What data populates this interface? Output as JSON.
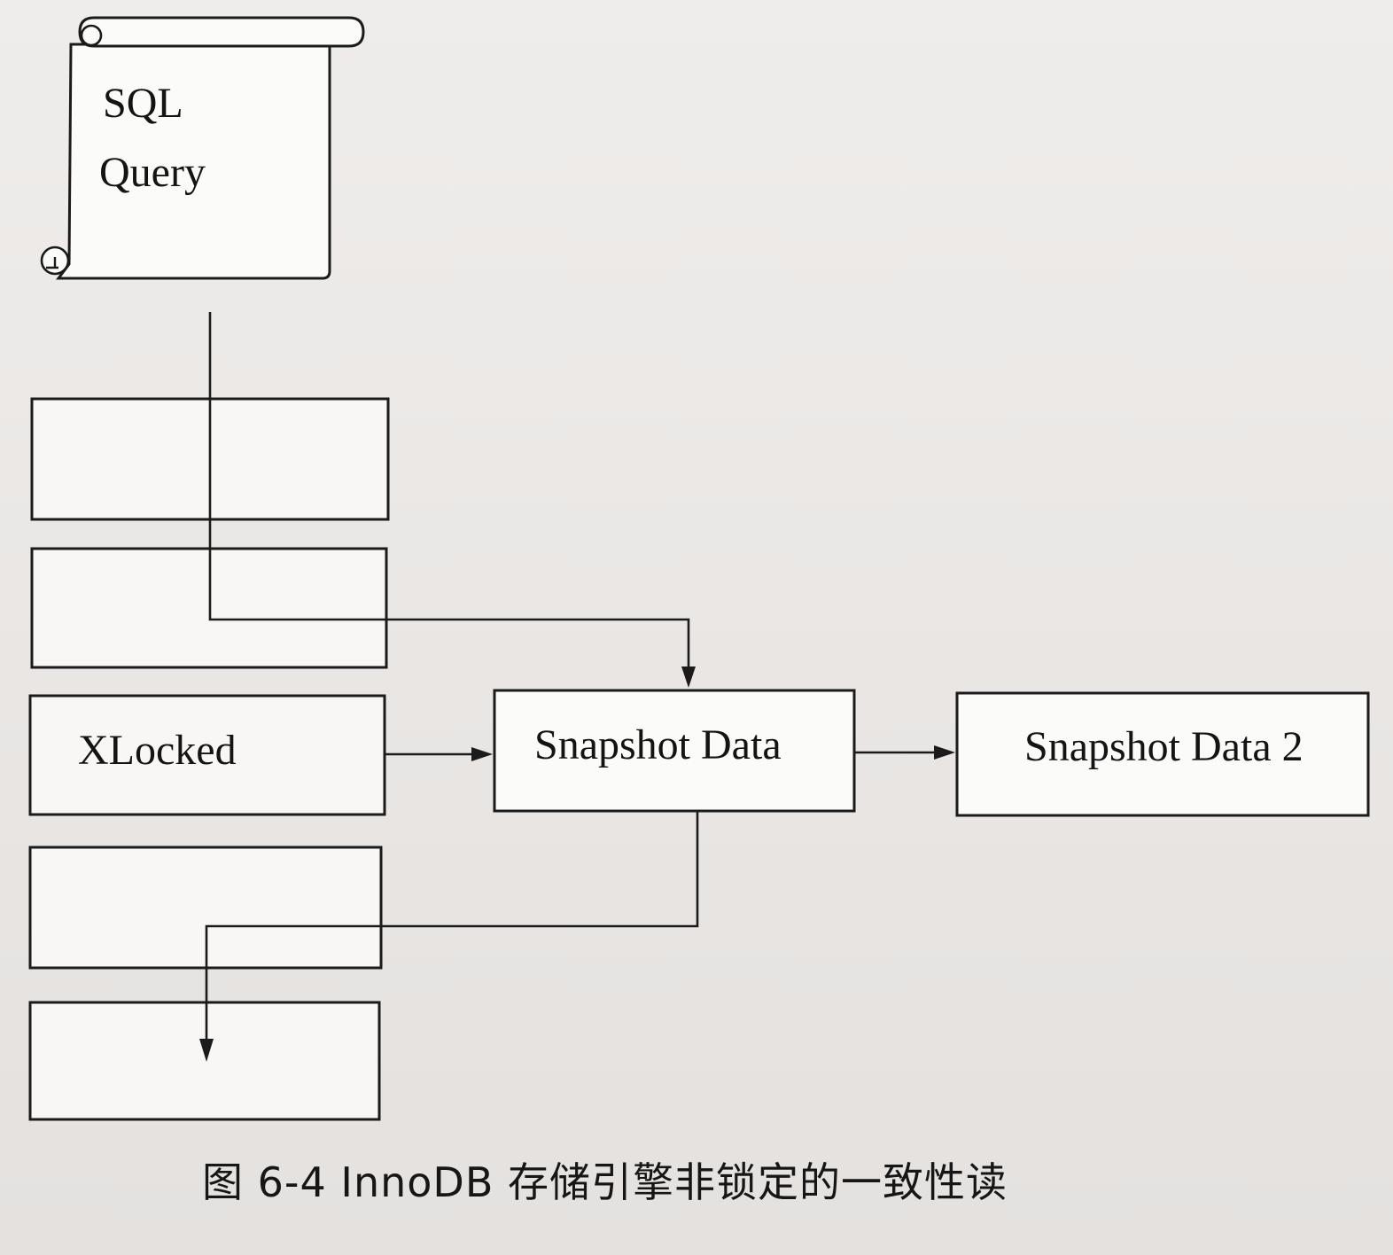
{
  "scroll": {
    "line1": "SQL",
    "line2": "Query"
  },
  "nodes": {
    "xlocked": "XLocked",
    "snapshot": "Snapshot Data",
    "snapshot2": "Snapshot Data 2"
  },
  "caption": "图 6-4   InnoDB 存储引擎非锁定的一致性读"
}
